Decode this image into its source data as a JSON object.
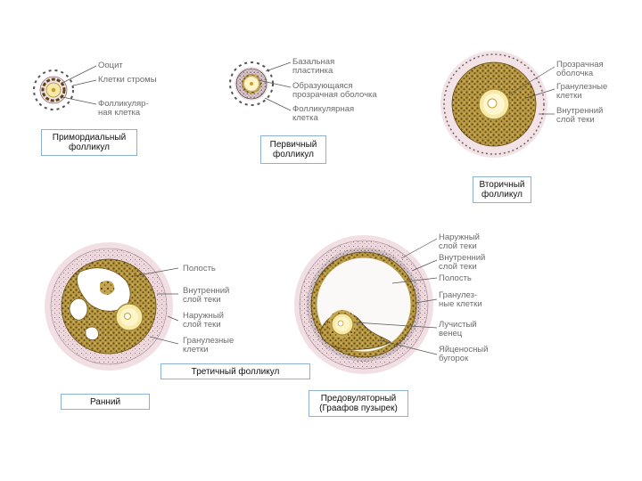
{
  "primordial": {
    "caption": "Примордиальный фолликул",
    "labels": [
      "Ооцит",
      "Клетки стромы",
      "Фолликуляр-\nная клетка"
    ]
  },
  "primary": {
    "caption": "Первичный фолликул",
    "labels": [
      "Базальная\nпластинка",
      "Образующаяся\nпрозрачная оболочка",
      "Фолликулярная\nклетка"
    ]
  },
  "secondary": {
    "caption": "Вторичный фолликул",
    "labels": [
      "Прозрачная\nоболочка",
      "Гранулезные\nклетки",
      "Внутренний\nслой теки"
    ]
  },
  "tertiary": {
    "caption": "Третичный фолликул",
    "early": {
      "caption": "Ранний",
      "labels": [
        "Полость",
        "Внутренний\nслой теки",
        "Наружный\nслой теки",
        "Гранулезные\nклетки"
      ]
    },
    "preovulatory": {
      "caption": "Предовуляторный\n(Граафов пузырек)",
      "labels": [
        "Наружный\nслой теки",
        "Внутренний\nслой теки",
        "Полость",
        "Гранулез-\nные клетки",
        "Лучистый\nвенец",
        "Яйценосный\nбугорок"
      ]
    }
  },
  "colors": {
    "granulosa": "#b99a44",
    "granulosa_dark": "#6e5416",
    "theca_pink": "#efd9de",
    "oocyte": "#f6eba6",
    "caption_border": "#8db0d8"
  }
}
